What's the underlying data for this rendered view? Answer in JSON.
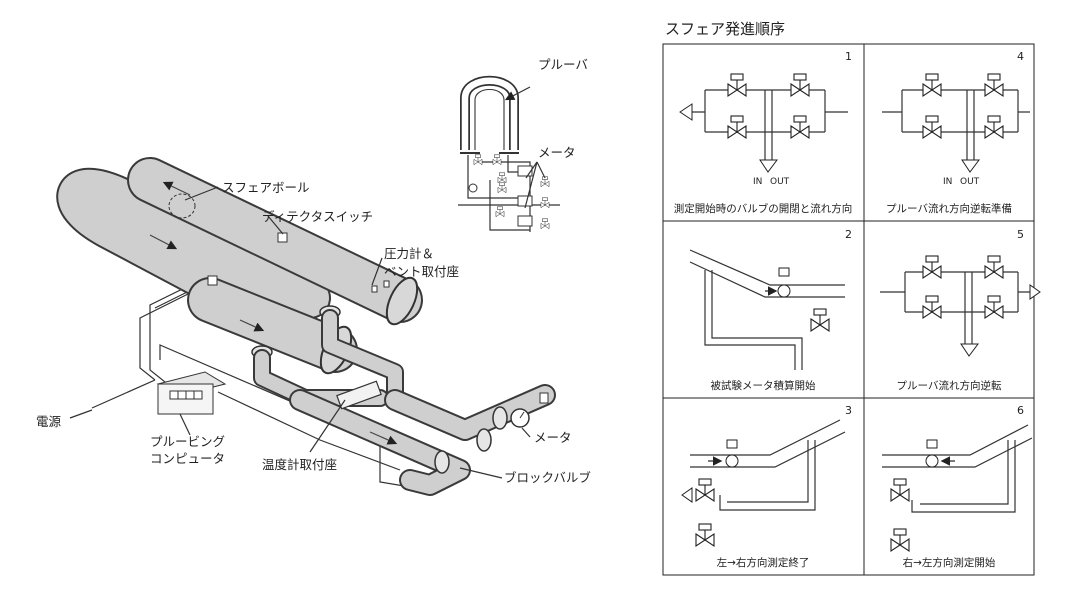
{
  "illustration": {
    "labels": {
      "prover": "プルーバ",
      "meter_small": "メータ",
      "sphere_ball": "スフェアボール",
      "detector_switch": "ディテクタスイッチ",
      "pressure_gauge_1": "圧力計＆",
      "pressure_gauge_2": "ベント取付座",
      "power": "電源",
      "computer_1": "プルービング",
      "computer_2": "コンピュータ",
      "thermometer_seat": "温度計取付座",
      "meter": "メータ",
      "block_valve": "ブロックバルブ"
    }
  },
  "sequence": {
    "title": "スフェア発進順序",
    "panels": [
      {
        "number": "1",
        "caption": "測定開始時のバルブの開閉と流れ方向",
        "in": "IN",
        "out": "OUT"
      },
      {
        "number": "4",
        "caption": "プルーバ流れ方向逆転準備",
        "in": "IN",
        "out": "OUT"
      },
      {
        "number": "2",
        "caption": "被試験メータ積算開始"
      },
      {
        "number": "5",
        "caption": "プルーバ流れ方向逆転"
      },
      {
        "number": "3",
        "caption": "左→右方向測定終了"
      },
      {
        "number": "6",
        "caption": "右→左方向測定開始"
      }
    ]
  }
}
